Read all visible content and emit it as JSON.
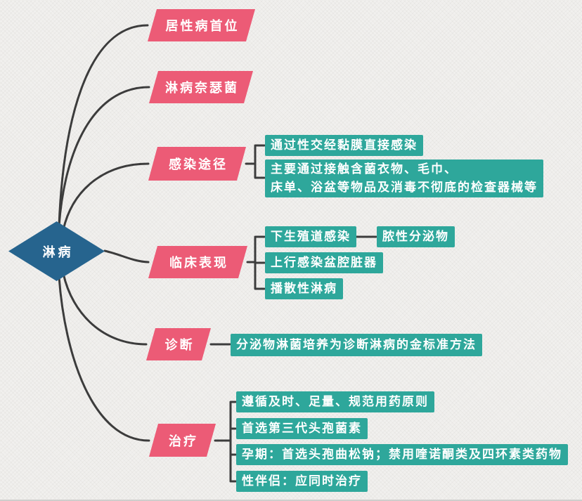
{
  "colors": {
    "background": "#F1F0EE",
    "root_fill": "#26648E",
    "branch_fill": "#EC5B76",
    "leaf_fill": "#2EA79B",
    "connector": "#3C3C3C",
    "text": "#FFFFFF"
  },
  "root": {
    "label": "淋病"
  },
  "branches": [
    {
      "label": "居性病首位",
      "children": []
    },
    {
      "label": "淋病奈瑟菌",
      "children": []
    },
    {
      "label": "感染途径",
      "children": [
        {
          "label": "通过性交经黏膜直接感染"
        },
        {
          "label": "主要通过接触含菌衣物、毛巾、\n床单、浴盆等物品及消毒不彻底的检查器械等"
        }
      ]
    },
    {
      "label": "临床表现",
      "children": [
        {
          "label": "下生殖道感染",
          "children": [
            {
              "label": "脓性分泌物"
            }
          ]
        },
        {
          "label": "上行感染盆腔脏器"
        },
        {
          "label": "播散性淋病"
        }
      ]
    },
    {
      "label": "诊断",
      "children": [
        {
          "label": "分泌物淋菌培养为诊断淋病的金标准方法"
        }
      ]
    },
    {
      "label": "治疗",
      "children": [
        {
          "label": "遵循及时、足量、规范用药原则"
        },
        {
          "label": "首选第三代头孢菌素"
        },
        {
          "label": "孕期：首选头孢曲松钠；禁用喹诺酮类及四环素类药物"
        },
        {
          "label": "性伴侣：应同时治疗"
        }
      ]
    }
  ]
}
